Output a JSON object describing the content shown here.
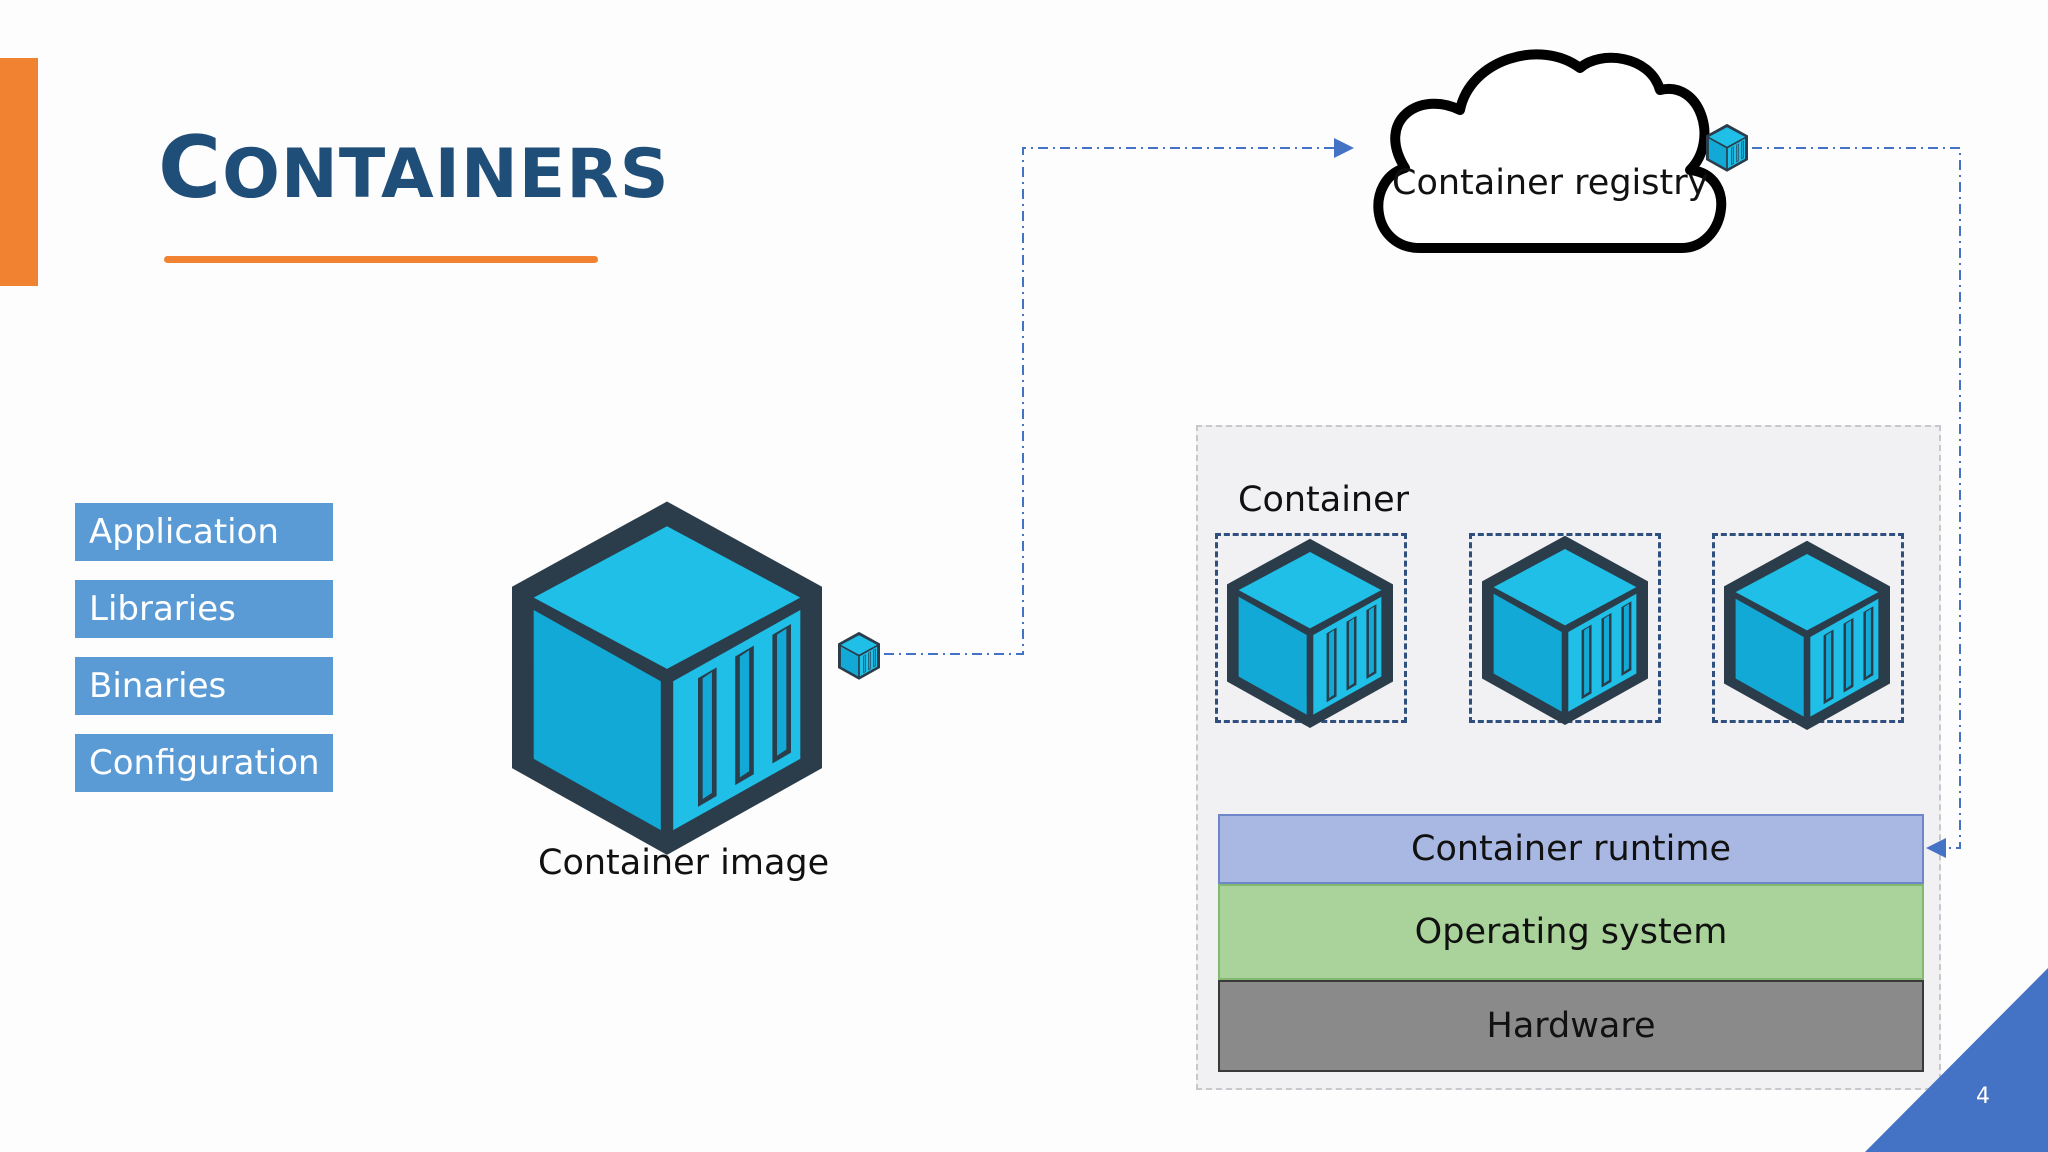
{
  "slide": {
    "title_first": "C",
    "title_rest": "ONTAINERS",
    "page_number": "4"
  },
  "components": [
    "Application",
    "Libraries",
    "Binaries",
    "Configuration"
  ],
  "image_label": "Container image",
  "registry_label": "Container registry",
  "host": {
    "container_label": "Container",
    "layers": {
      "runtime": "Container runtime",
      "os": "Operating system",
      "hardware": "Hardware"
    }
  },
  "colors": {
    "accent_orange": "#f08232",
    "title_blue": "#1f4e79",
    "component_blue": "#5b9bd5",
    "cube_cyan": "#1fbfe8",
    "cube_dark": "#2b3d4a",
    "corner_blue": "#4472c4"
  },
  "icons": [
    "cloud-icon",
    "container-cube-icon"
  ]
}
